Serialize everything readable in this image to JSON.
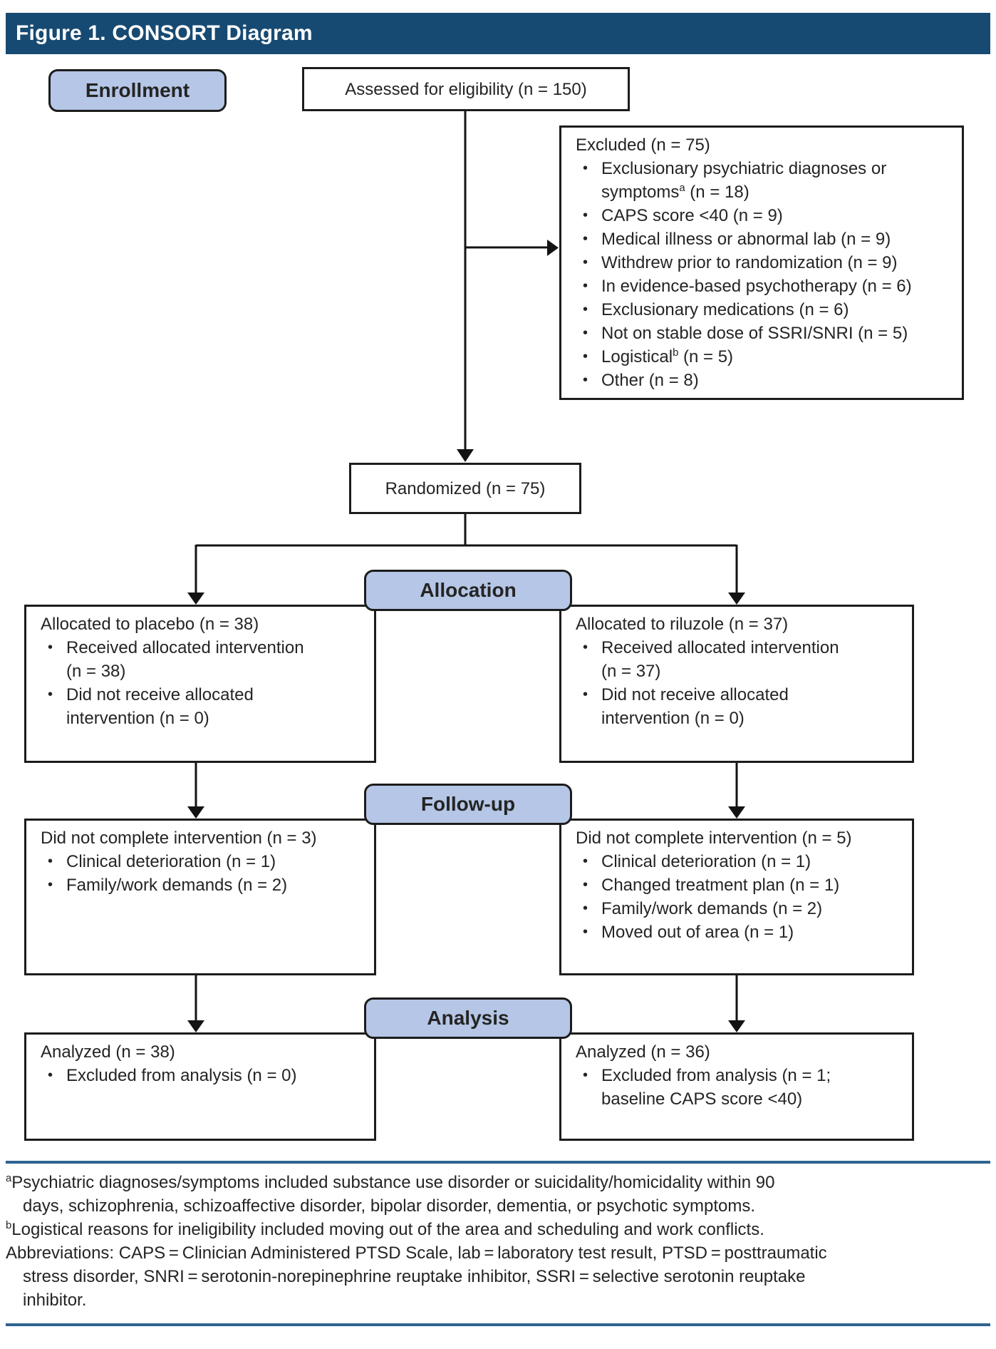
{
  "title": "Figure 1. CONSORT Diagram",
  "colors": {
    "header_bg": "#174A72",
    "badge_fill": "#B5C6E6",
    "rule": "#2E6390",
    "box_border": "#1c1c1c"
  },
  "badges": {
    "enrollment": "Enrollment",
    "allocation": "Allocation",
    "followup": "Follow-up",
    "analysis": "Analysis"
  },
  "boxes": {
    "assessed": {
      "text": "Assessed for eligibility (n = 150)"
    },
    "excluded": {
      "header": "Excluded (n = 75)",
      "items": [
        "Exclusionary psychiatric diagnoses or\nsymptoms^a^ (n = 18)",
        "CAPS score <40 (n = 9)",
        "Medical illness or abnormal lab (n = 9)",
        "Withdrew prior to randomization (n = 9)",
        "In evidence-based psychotherapy (n = 6)",
        "Exclusionary medications (n = 6)",
        "Not on stable dose of SSRI/SNRI (n = 5)",
        "Logistical^b^ (n = 5)",
        "Other (n = 8)"
      ]
    },
    "randomized": {
      "text": "Randomized (n = 75)"
    },
    "alloc_left": {
      "header": "Allocated to placebo (n = 38)",
      "items": [
        "Received allocated intervention\n(n = 38)",
        "Did not receive allocated\nintervention  (n = 0)"
      ]
    },
    "alloc_right": {
      "header": "Allocated to riluzole (n = 37)",
      "items": [
        "Received allocated intervention\n(n = 37)",
        "Did not receive allocated\nintervention (n = 0)"
      ]
    },
    "followup_left": {
      "header": "Did not complete intervention (n = 3)",
      "items": [
        "Clinical deterioration (n = 1)",
        "Family/work demands (n = 2)"
      ]
    },
    "followup_right": {
      "header": "Did not complete intervention (n = 5)",
      "items": [
        "Clinical deterioration (n = 1)",
        "Changed treatment plan (n = 1)",
        "Family/work demands (n = 2)",
        "Moved out of area (n = 1)"
      ]
    },
    "analysis_left": {
      "header": "Analyzed (n = 38)",
      "items": [
        "Excluded from analysis (n = 0)"
      ]
    },
    "analysis_right": {
      "header": "Analyzed (n = 36)",
      "items": [
        "Excluded from analysis (n = 1;\nbaseline CAPS score <40)"
      ]
    }
  },
  "footnotes": {
    "a": "^a^Psychiatric diagnoses/symptoms included substance use disorder or suicidality/homicidality within 90\ndays, schizophrenia, schizoaffective disorder, bipolar disorder, dementia, or psychotic symptoms.",
    "b": "^b^Logistical reasons for ineligibility included moving out of the area and scheduling and work conflicts.",
    "abbreviations": "Abbreviations: CAPS = Clinician Administered PTSD Scale, lab = laboratory test result, PTSD = posttraumatic\nstress disorder, SNRI = serotonin-norepinephrine reuptake inhibitor, SSRI = selective serotonin reuptake\ninhibitor."
  }
}
